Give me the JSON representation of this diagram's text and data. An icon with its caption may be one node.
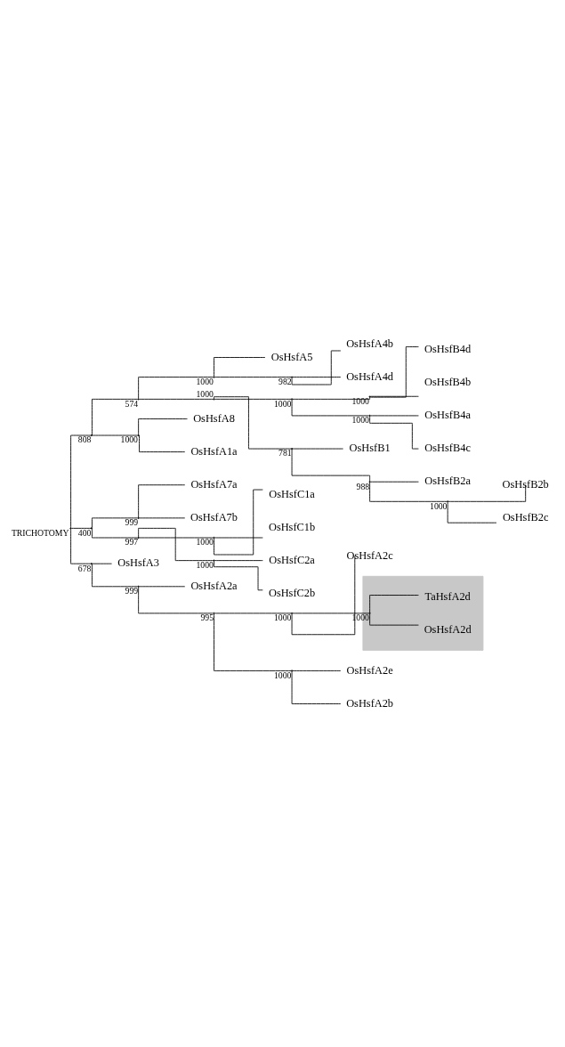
{
  "diagram": {
    "nodes": [
      {
        "text": [],
        "shape": "point",
        "beside": [
          "TRICHOTOMY"
        ]
      },
      {
        "text": [],
        "shape": "point",
        "beside": [
          "808"
        ]
      },
      {
        "text": [],
        "shape": "point",
        "beside": [
          "574"
        ]
      },
      {
        "text": [],
        "shape": "point",
        "beside": [
          "1000"
        ]
      },
      {
        "text": [
          "OsHsfA5"
        ]
      },
      {
        "text": [],
        "shape": "point",
        "beside": [
          "982"
        ]
      },
      {
        "text": [
          "OsHsfA4b"
        ]
      },
      {
        "text": [
          "OsHsfA4d"
        ]
      },
      {
        "text": [],
        "shape": "point",
        "beside": [
          "1000"
        ]
      },
      {
        "text": [],
        "shape": "point",
        "beside": [
          "1000"
        ]
      },
      {
        "text": [],
        "shape": "point",
        "beside": [
          "1000"
        ]
      },
      {
        "text": [
          "OsHsfB4d"
        ]
      },
      {
        "text": [
          "OsHsfB4b"
        ]
      },
      {
        "text": [],
        "shape": "point",
        "beside": [
          "1000"
        ]
      },
      {
        "text": [
          "OsHsfB4a"
        ]
      },
      {
        "text": [
          "OsHsfB4c"
        ]
      },
      {
        "text": [],
        "shape": "point",
        "beside": [
          "781"
        ]
      },
      {
        "text": [
          "OsHsfB1"
        ]
      },
      {
        "text": [],
        "shape": "point",
        "beside": [
          "988"
        ]
      },
      {
        "text": [
          "OsHsfB2a"
        ]
      },
      {
        "text": [],
        "shape": "point",
        "beside": [
          "1000"
        ]
      },
      {
        "text": [
          "OsHsfB2b"
        ]
      },
      {
        "text": [
          "OsHsfB2c"
        ]
      },
      {
        "text": [],
        "shape": "point",
        "beside": [
          "1000"
        ]
      },
      {
        "text": [
          "OsHsfA8"
        ]
      },
      {
        "text": [
          "OsHsfA1a"
        ]
      },
      {
        "text": [],
        "shape": "point",
        "beside": [
          "400"
        ]
      },
      {
        "text": [],
        "shape": "point",
        "beside": [
          "999"
        ]
      },
      {
        "text": [
          "OsHsfA7a"
        ]
      },
      {
        "text": [
          "OsHsfA7b"
        ]
      },
      {
        "text": [],
        "shape": "point",
        "beside": [
          "997"
        ]
      },
      {
        "text": [],
        "shape": "point",
        "beside": [
          "1000"
        ]
      },
      {
        "text": [
          "OsHsfC1a"
        ]
      },
      {
        "text": [
          "OsHsfC1b"
        ]
      },
      {
        "text": [],
        "shape": "point",
        "beside": [
          "1000"
        ]
      },
      {
        "text": [
          "OsHsfC2a"
        ]
      },
      {
        "text": [
          "OsHsfC2b"
        ]
      },
      {
        "text": [],
        "shape": "point",
        "beside": [
          "678"
        ]
      },
      {
        "text": [
          "OsHsfA3"
        ]
      },
      {
        "text": [],
        "shape": "point",
        "beside": [
          "999"
        ]
      },
      {
        "text": [
          "OsHsfA2a"
        ]
      },
      {
        "text": [],
        "shape": "point",
        "beside": [
          "995"
        ]
      },
      {
        "text": [],
        "shape": "point",
        "beside": [
          "1000"
        ]
      },
      {
        "text": [
          "OsHsfA2c"
        ]
      },
      {
        "text": [],
        "shape": "box"
      },
      {
        "text": [],
        "shape": "point",
        "beside": [
          "1000"
        ],
        "in": 44
      },
      {
        "text": [
          "OsHsfA2d"
        ],
        "in": 44
      },
      {
        "text": [
          "TaHsfA2d"
        ],
        "in": 44
      },
      {
        "text": [],
        "shape": "point",
        "beside": [
          "1000"
        ]
      },
      {
        "text": [
          "OsHsfA2e"
        ]
      },
      {
        "text": [
          "OsHsfA2b"
        ]
      }
    ],
    "edges": [
      {
        "from": 0,
        "to": 1,
        "arrow": "none"
      },
      {
        "from": 1,
        "to": 2,
        "arrow": "none"
      },
      {
        "from": 2,
        "to": 3,
        "arrow": "none"
      },
      {
        "from": 3,
        "to": 4,
        "arrow": "none"
      },
      {
        "from": 3,
        "to": 5,
        "arrow": "none"
      },
      {
        "from": 5,
        "to": 6,
        "arrow": "none"
      },
      {
        "from": 5,
        "to": 7,
        "arrow": "none"
      },
      {
        "from": 2,
        "to": 8,
        "arrow": "none"
      },
      {
        "from": 8,
        "to": 9,
        "arrow": "none"
      },
      {
        "from": 9,
        "to": 10,
        "arrow": "none"
      },
      {
        "from": 10,
        "to": 11,
        "arrow": "none"
      },
      {
        "from": 10,
        "to": 12,
        "arrow": "none"
      },
      {
        "from": 9,
        "to": 13,
        "arrow": "none"
      },
      {
        "from": 13,
        "to": 14,
        "arrow": "none"
      },
      {
        "from": 13,
        "to": 15,
        "arrow": "none"
      },
      {
        "from": 8,
        "to": 16,
        "arrow": "none"
      },
      {
        "from": 16,
        "to": 17,
        "arrow": "none"
      },
      {
        "from": 16,
        "to": 18,
        "arrow": "none"
      },
      {
        "from": 18,
        "to": 19,
        "arrow": "none"
      },
      {
        "from": 18,
        "to": 20,
        "arrow": "none"
      },
      {
        "from": 20,
        "to": 21,
        "arrow": "none"
      },
      {
        "from": 20,
        "to": 22,
        "arrow": "none"
      },
      {
        "from": 1,
        "to": 23,
        "arrow": "none"
      },
      {
        "from": 23,
        "to": 24,
        "arrow": "none"
      },
      {
        "from": 23,
        "to": 25,
        "arrow": "none"
      },
      {
        "from": 0,
        "to": 26,
        "arrow": "none"
      },
      {
        "from": 26,
        "to": 27,
        "arrow": "none"
      },
      {
        "from": 27,
        "to": 28,
        "arrow": "none"
      },
      {
        "from": 27,
        "to": 29,
        "arrow": "none"
      },
      {
        "from": 26,
        "to": 30,
        "arrow": "none"
      },
      {
        "from": 30,
        "to": 31,
        "arrow": "none"
      },
      {
        "from": 31,
        "to": 32,
        "arrow": "none"
      },
      {
        "from": 31,
        "to": 33,
        "arrow": "none"
      },
      {
        "from": 30,
        "to": 34,
        "arrow": "none"
      },
      {
        "from": 34,
        "to": 35,
        "arrow": "none"
      },
      {
        "from": 34,
        "to": 36,
        "arrow": "none"
      },
      {
        "from": 0,
        "to": 37,
        "arrow": "none"
      },
      {
        "from": 37,
        "to": 38,
        "arrow": "none"
      },
      {
        "from": 37,
        "to": 39,
        "arrow": "none"
      },
      {
        "from": 39,
        "to": 40,
        "arrow": "none"
      },
      {
        "from": 39,
        "to": 41,
        "arrow": "none"
      },
      {
        "from": 41,
        "to": 42,
        "arrow": "none"
      },
      {
        "from": 42,
        "to": 43,
        "arrow": "none"
      },
      {
        "from": 42,
        "to": 45,
        "arrow": "none"
      },
      {
        "from": 45,
        "to": 46,
        "arrow": "none"
      },
      {
        "from": 45,
        "to": 47,
        "arrow": "none"
      },
      {
        "from": 41,
        "to": 48,
        "arrow": "none"
      },
      {
        "from": 48,
        "to": 49,
        "arrow": "none"
      },
      {
        "from": 48,
        "to": 50,
        "arrow": "none"
      }
    ]
  }
}
